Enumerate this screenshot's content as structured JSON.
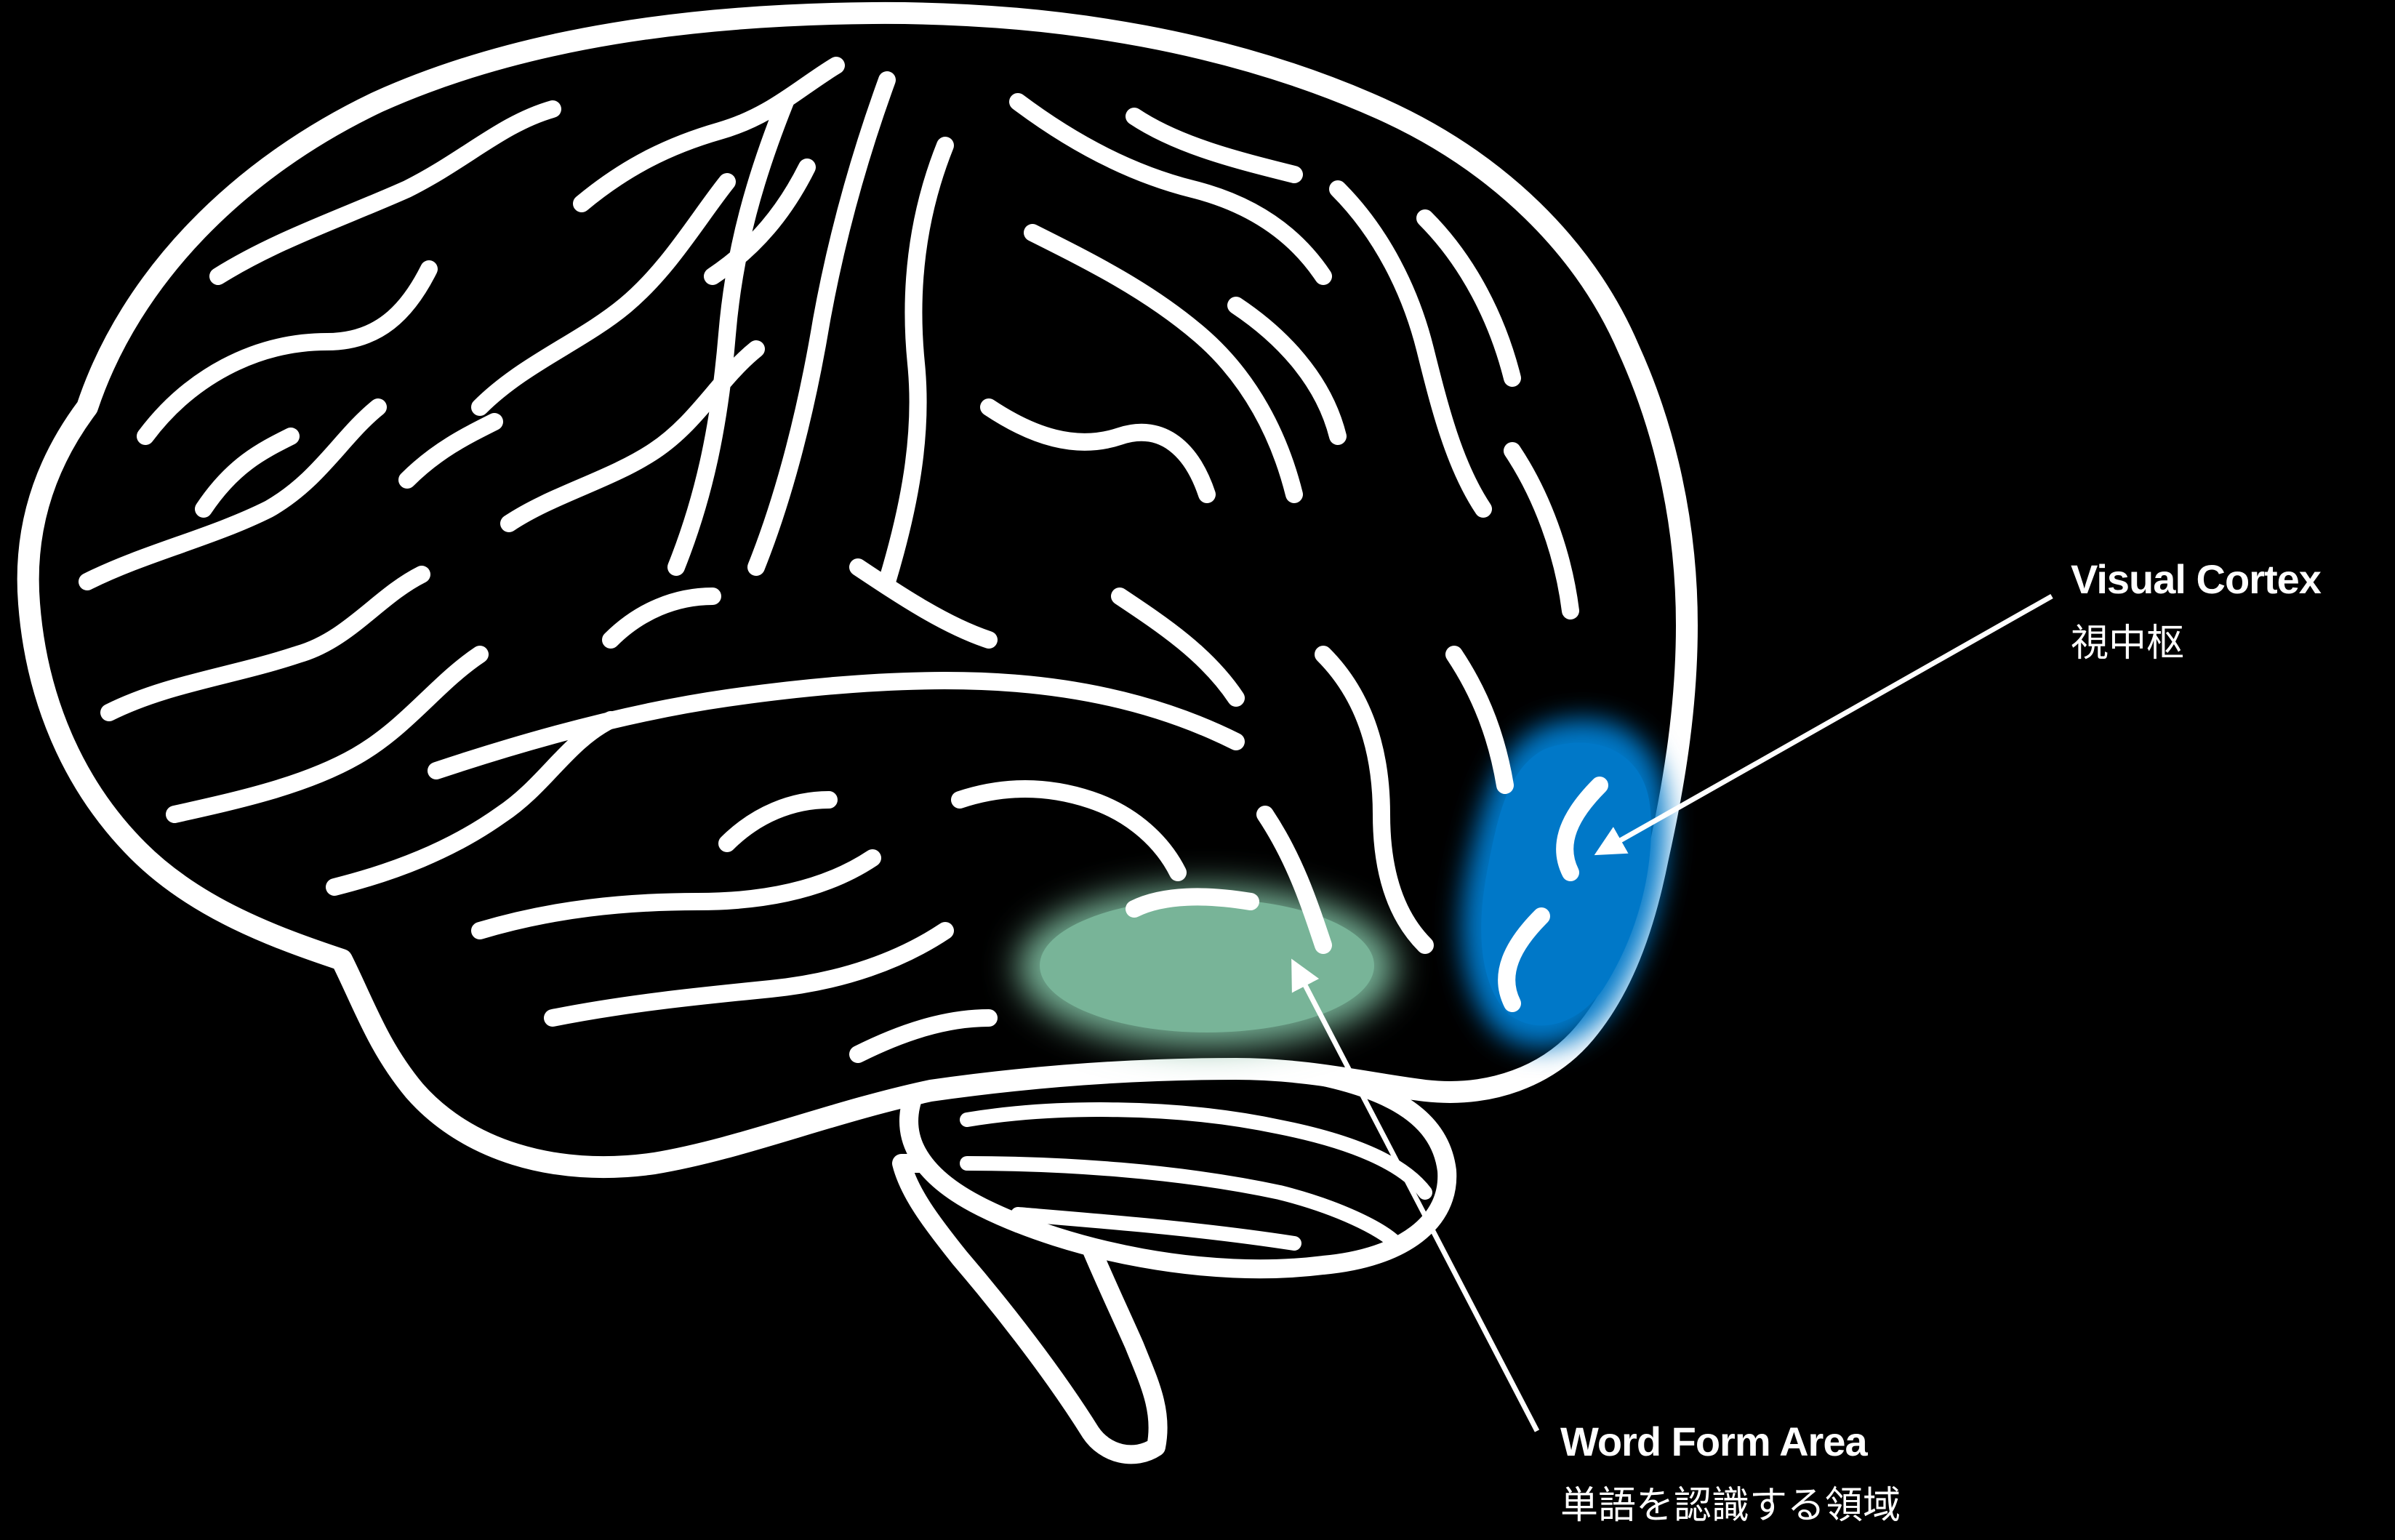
{
  "regions": {
    "visual_cortex": {
      "label_en": "Visual Cortex",
      "label_ja": "視中枢",
      "color": "#0078c8"
    },
    "word_form_area": {
      "label_en": "Word Form Area",
      "label_ja": "単語を認識する領域",
      "color": "#78b498"
    }
  },
  "colors": {
    "background": "#000000",
    "outline": "#ffffff",
    "brain_fill": "#000000"
  }
}
